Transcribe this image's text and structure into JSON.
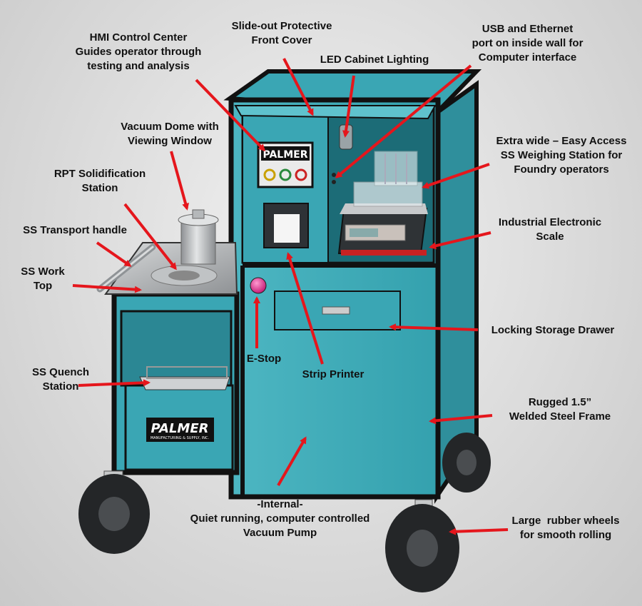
{
  "colors": {
    "cabinet": "#3aa6b4",
    "cabinet_dark": "#2b8794",
    "frame": "#111111",
    "arrow": "#e5161c",
    "steel": "#b9bcbf"
  },
  "labels": {
    "hmi": "HMI Control Center\nGuides operator through\ntesting and analysis",
    "front_cover": "Slide-out Protective\nFront Cover",
    "led": "LED Cabinet Lighting",
    "usb": "USB and Ethernet\nport on inside wall for\nComputer interface",
    "vacuum_dome": "Vacuum Dome with\nViewing Window",
    "rpt": "RPT Solidification\nStation",
    "transport": "SS Transport handle",
    "work_top": "SS Work\nTop",
    "weighing": "Extra wide – Easy Access\nSS Weighing Station for\nFoundry operators",
    "scale": "Industrial Electronic\nScale",
    "drawer": "Locking Storage Drawer",
    "estop": "E-Stop",
    "printer": "Strip Printer",
    "quench": "SS Quench\nStation",
    "frame": "Rugged 1.5”\nWelded Steel Frame",
    "pump": "-Internal-\nQuiet running, computer controlled\nVacuum Pump",
    "wheels": "Large  rubber wheels\nfor smooth rolling"
  },
  "logo": {
    "name": "PALMER",
    "sub": "MANUFACTURING & SUPPLY, INC."
  }
}
